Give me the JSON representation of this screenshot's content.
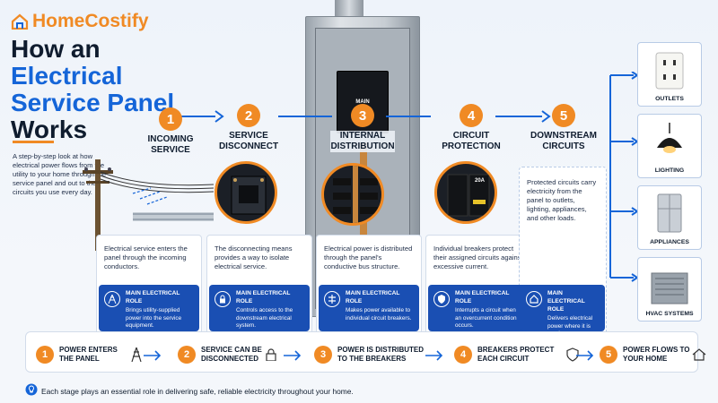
{
  "brand": {
    "name": "HomeCostify",
    "accent": "#f08a24",
    "blue": "#1565d8"
  },
  "title": {
    "line1": "How an",
    "line2": "Electrical",
    "line3": "Service Panel",
    "line4": "Works"
  },
  "intro": "A step-by-step look at how electrical power flows from the utility to your home through the service panel and out to the circuits you use every day.",
  "steps": [
    {
      "num": "1",
      "title_a": "INCOMING",
      "title_b": "SERVICE",
      "desc": "Electrical service enters the panel through the incoming conductors.",
      "role_head": "MAIN ELECTRICAL ROLE",
      "role_text": "Brings utility-supplied power into the service equipment.",
      "icon": "tower-icon"
    },
    {
      "num": "2",
      "title_a": "SERVICE",
      "title_b": "DISCONNECT",
      "desc": "The disconnecting means provides a way to isolate electrical service.",
      "role_head": "MAIN ELECTRICAL ROLE",
      "role_text": "Controls access to the downstream electrical system.",
      "icon": "lock-icon"
    },
    {
      "num": "3",
      "title_a": "INTERNAL",
      "title_b": "DISTRIBUTION",
      "desc": "Electrical power is distributed through the panel's conductive bus structure.",
      "role_head": "MAIN ELECTRICAL ROLE",
      "role_text": "Makes power available to individual circuit breakers.",
      "icon": "bus-icon"
    },
    {
      "num": "4",
      "title_a": "CIRCUIT",
      "title_b": "PROTECTION",
      "desc": "Individual breakers protect their assigned circuits against excessive current.",
      "role_head": "MAIN ELECTRICAL ROLE",
      "role_text": "Interrupts a circuit when an overcurrent condition occurs.",
      "icon": "shield-icon"
    },
    {
      "num": "5",
      "title_a": "DOWNSTREAM",
      "title_b": "CIRCUITS",
      "desc": "Protected circuits carry electricity from the panel to outlets, lighting, appliances, and other loads.",
      "role_head": "MAIN ELECTRICAL ROLE",
      "role_text": "Delivers electrical power where it is used.",
      "icon": "house-icon"
    }
  ],
  "panel_labels": {
    "main": "MAIN",
    "breaker": "20A"
  },
  "outputs": [
    {
      "label": "OUTLETS",
      "icon": "outlet-icon"
    },
    {
      "label": "LIGHTING",
      "icon": "lamp-icon"
    },
    {
      "label": "APPLIANCES",
      "icon": "fridge-icon"
    },
    {
      "label": "HVAC SYSTEMS",
      "icon": "hvac-icon"
    }
  ],
  "flow": [
    {
      "num": "1",
      "line1": "POWER ENTERS",
      "line2": "THE PANEL",
      "icon": "tower-icon"
    },
    {
      "num": "2",
      "line1": "SERVICE CAN BE",
      "line2": "DISCONNECTED",
      "icon": "lock-icon"
    },
    {
      "num": "3",
      "line1": "POWER IS DISTRIBUTED",
      "line2": "TO THE BREAKERS",
      "icon": "bolt-icon"
    },
    {
      "num": "4",
      "line1": "BREAKERS PROTECT",
      "line2": "EACH CIRCUIT",
      "icon": "shield-icon"
    },
    {
      "num": "5",
      "line1": "POWER FLOWS TO",
      "line2": "YOUR HOME",
      "icon": "house-icon"
    }
  ],
  "footer": "Each stage plays an essential role in delivering safe, reliable electricity throughout your home."
}
